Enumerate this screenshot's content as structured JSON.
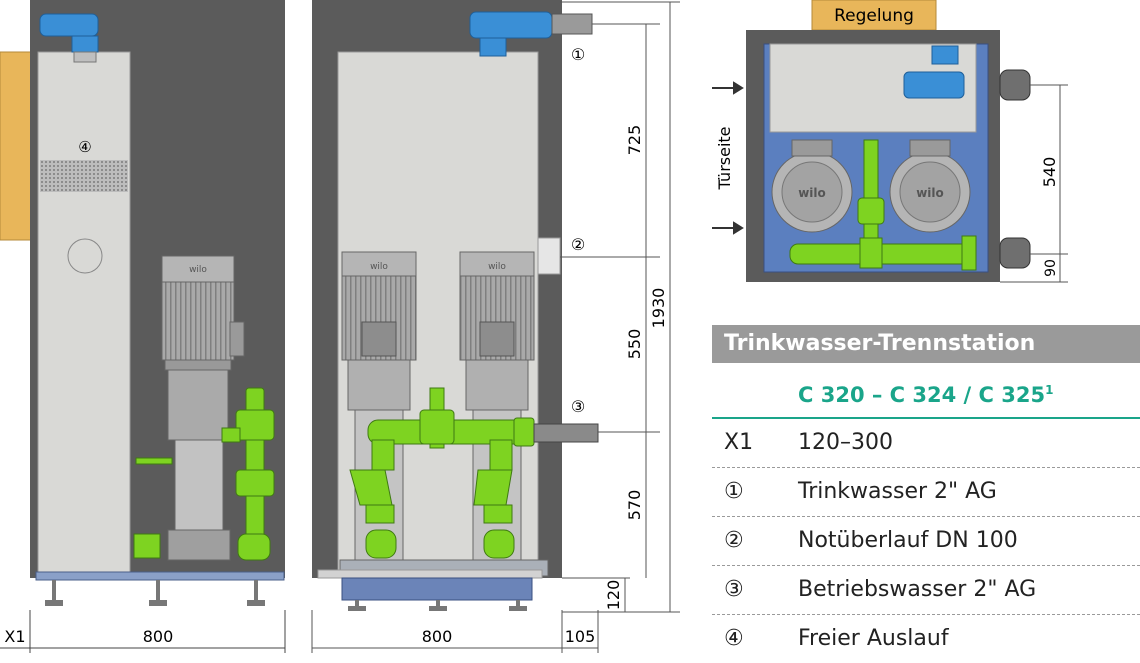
{
  "left_view": {
    "marker_4": "④",
    "dim_width": "800",
    "dim_x1": "X1"
  },
  "middle_view": {
    "marker_1": "①",
    "marker_2": "②",
    "marker_3": "③",
    "dim_width": "800",
    "dim_side": "105",
    "dim_725": "725",
    "dim_550": "550",
    "dim_570": "570",
    "dim_120": "120",
    "dim_1930": "1930",
    "pump_brand": "wilo"
  },
  "top_view": {
    "regelung": "Regelung",
    "tuerseite": "Türseite",
    "dim_540": "540",
    "dim_90": "90",
    "pump_brand": "wilo"
  },
  "table": {
    "title": "Trinkwasser-Trennstation",
    "subtitle": "C 320 – C 324 / C 325",
    "subtitle_sup": "1",
    "rows": [
      {
        "key": "X1",
        "value": "120–300"
      },
      {
        "key": "①",
        "value": "Trinkwasser 2\" AG"
      },
      {
        "key": "②",
        "value": "Notüberlauf DN 100"
      },
      {
        "key": "③",
        "value": "Betriebswasser 2\" AG"
      },
      {
        "key": "④",
        "value": "Freier Auslauf"
      }
    ]
  },
  "colors": {
    "cabinet": "#5b5b5b",
    "panel": "#d9d9d6",
    "pump_green": "#7ed321",
    "valve_blue": "#3a8fd6",
    "regelung_box": "#e8b65a",
    "teal_text": "#1aa58a"
  }
}
